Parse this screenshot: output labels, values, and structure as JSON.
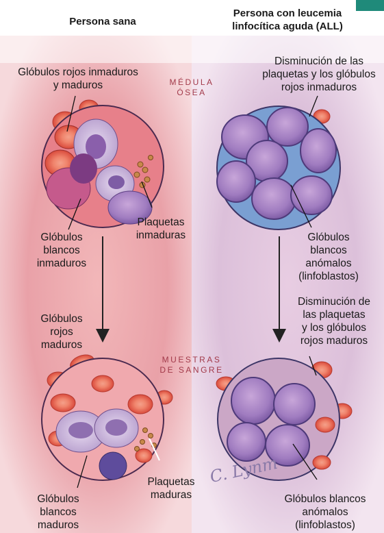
{
  "columns": {
    "healthy": "Persona sana",
    "all": "Persona con leucemia\nlinfocítica aguda (ALL)"
  },
  "sections": {
    "bone_marrow": "MÉDULA\nÓSEA",
    "blood": "MUESTRAS\nDE SANGRE"
  },
  "labels": {
    "rbc_immature_mature": "Glóbulos rojos inmaduros\ny maduros",
    "immature_platelets": "Plaquetas\ninmaduras",
    "immature_wbc": "Glóbulos\nblancos\ninmaduros",
    "decreased_platelets_immature_rbc": "Disminución de las\nplaquetas y los glóbulos\nrojos inmaduros",
    "abnormal_wbc_top": "Glóbulos\nblancos\nanómalos\n(linfoblastos)",
    "mature_rbc": "Glóbulos\nrojos\nmaduros",
    "decreased_platelets_mature_rbc": "Disminución de\nlas plaquetas\ny los glóbulos\nrojos maduros",
    "mature_platelets": "Plaquetas\nmaduras",
    "mature_wbc": "Glóbulos\nblancos\nmaduros",
    "abnormal_wbc_bottom": "Glóbulos blancos\nanómalos\n(linfoblastos)"
  },
  "signature": "C. Lynm",
  "colors": {
    "accent_tab": "#1f8a7a",
    "section_text": "#a23a4a",
    "healthy_bg": "#e79aa2",
    "leukemia_bg": "#d7b9d6"
  }
}
